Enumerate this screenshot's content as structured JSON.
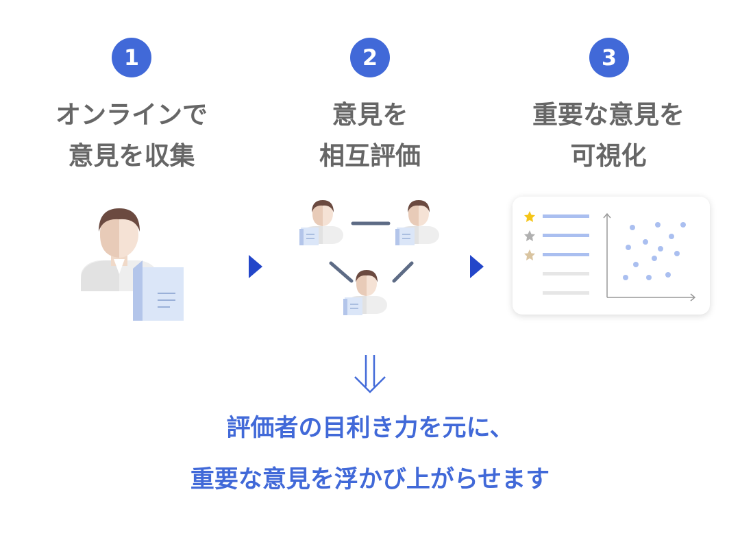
{
  "steps": [
    {
      "number": "1",
      "title": "オンラインで\n意見を収集"
    },
    {
      "number": "2",
      "title": "意見を\n相互評価"
    },
    {
      "number": "3",
      "title": "重要な意見を\n可視化"
    }
  ],
  "message": "評価者の目利き力を元に、\n重要な意見を浮かび上がらせます",
  "colors": {
    "accent": "#4169d8",
    "arrow": "#2346c9",
    "title": "#666666",
    "gold_star": "#f5c518",
    "silver_star": "#b0b0b0",
    "bronze_star": "#d9c4a0"
  },
  "icons": [
    "person-icon",
    "document-icon",
    "star-icon",
    "scatter-plot-icon",
    "arrow-right-icon",
    "double-down-arrow-icon"
  ]
}
